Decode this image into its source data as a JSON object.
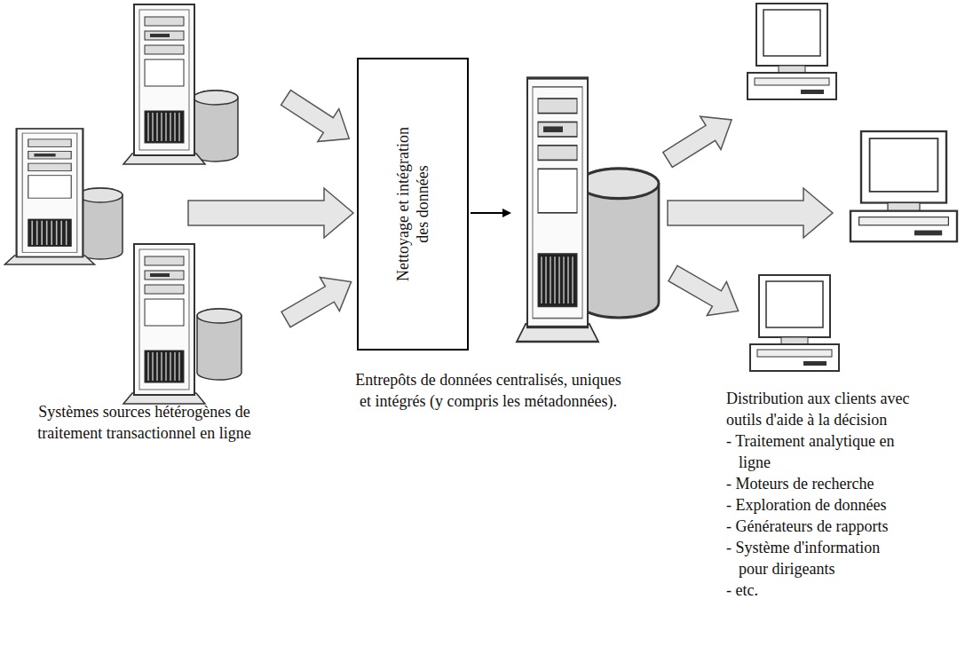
{
  "diagram": {
    "nodes": [
      {
        "text": [
          "Nettoyage et intégration des données"
        ]
      }
    ],
    "labels": [
      "Systèmes sources hétérogènes de traitement transactionnel en ligne",
      "Entrepôts de données centralisés, uniques et intégrés (y compris les métadonnées).",
      "Distribution aux clients avec outils d'aide à la décision",
      "- Traitement analytique en ligne",
      "- Moteurs de recherche",
      "- Exploration de données",
      "- Générateurs de rapports",
      "- Système d'information pour dirigeants",
      "- etc."
    ]
  }
}
